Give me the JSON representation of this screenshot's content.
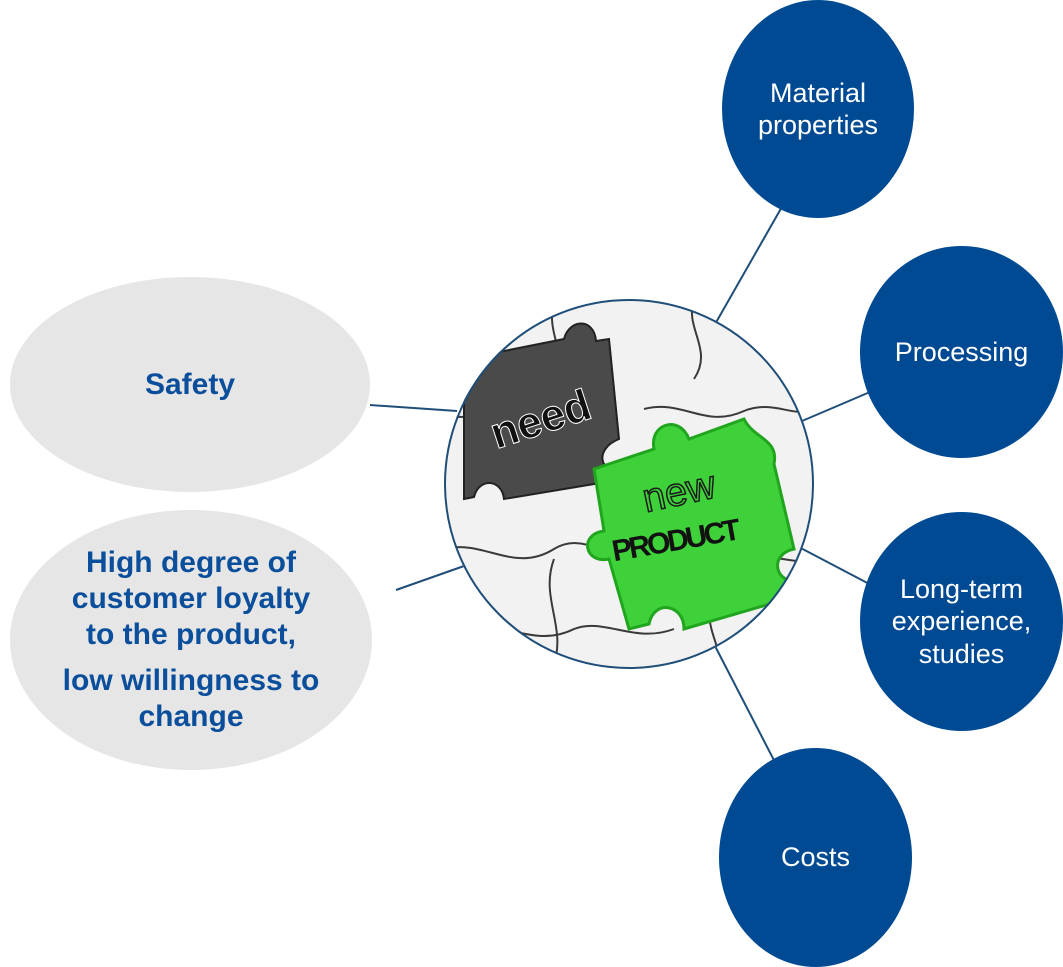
{
  "colors": {
    "blue": "#004a93",
    "gray": "#e6e6e6",
    "line": "#1f4e79",
    "text_blue": "#0b4f9c",
    "puzzle_light": "#f2f2f2",
    "puzzle_shadow": "#d9d9d9",
    "puzzle_green": "#3fd13a",
    "puzzle_green_dark": "#21a51f",
    "puzzle_hole": "#4a4a4a"
  },
  "center": {
    "image_icon": "puzzle-pieces-icon",
    "piece_need_label": "need",
    "piece_new_label": "new",
    "piece_product_label": "PRODUCT"
  },
  "nodes": {
    "material": {
      "label": "Material\nproperties"
    },
    "processing": {
      "label": "Processing"
    },
    "longterm": {
      "label": "Long-term\nexperience,\nstudies"
    },
    "costs": {
      "label": "Costs"
    },
    "safety": {
      "label": "Safety"
    },
    "loyalty": {
      "lines": [
        "High degree of",
        "customer loyalty",
        "to the product,"
      ],
      "lines2": [
        "low willingness to",
        "change"
      ]
    }
  }
}
